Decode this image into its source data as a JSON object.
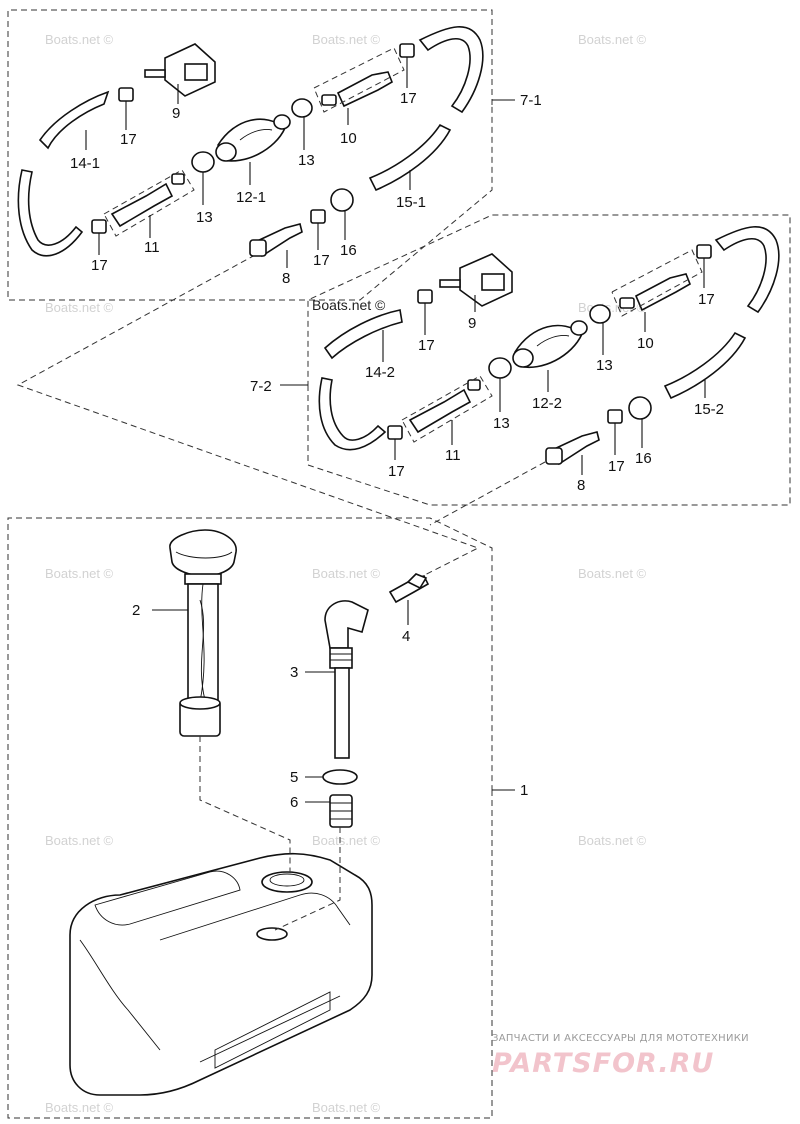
{
  "watermark": {
    "text": "Boats.net ©"
  },
  "labels": {
    "l1": "1",
    "l2": "2",
    "l3": "3",
    "l4": "4",
    "l5": "5",
    "l6": "6",
    "l7_1": "7-1",
    "l7_2": "7-2",
    "l8a": "8",
    "l8b": "8",
    "l9a": "9",
    "l9b": "9",
    "l10a": "10",
    "l10b": "10",
    "l11a": "11",
    "l11b": "11",
    "l12_1": "12-1",
    "l12_2": "12-2",
    "l13a": "13",
    "l13b": "13",
    "l13c": "13",
    "l13d": "13",
    "l14_1": "14-1",
    "l14_2": "14-2",
    "l15_1": "15-1",
    "l15_2": "15-2",
    "l16a": "16",
    "l16b": "16",
    "l17a": "17",
    "l17b": "17",
    "l17c": "17",
    "l17d": "17",
    "l17e": "17",
    "l17f": "17",
    "l17g": "17",
    "l17h": "17"
  },
  "promo": {
    "tagline": "ЗАПЧАСТИ И АКСЕССУАРЫ ДЛЯ МОТОТЕХНИКИ",
    "logo": "PARTSFOR.RU"
  }
}
